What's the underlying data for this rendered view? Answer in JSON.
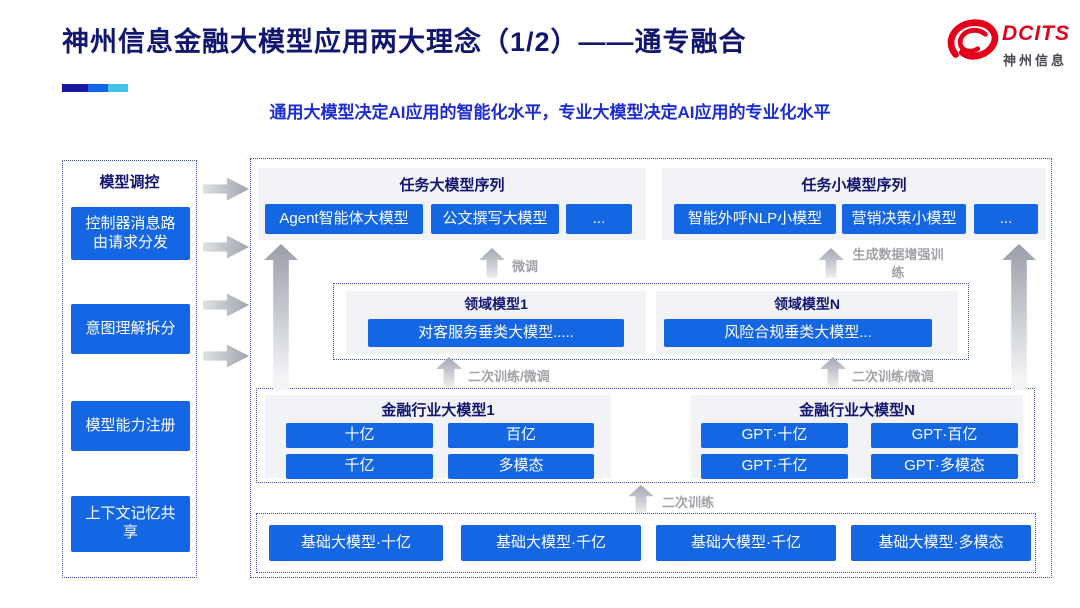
{
  "slide": {
    "title": "神州信息金融大模型应用两大理念（1/2）——通专融合",
    "subtitle": "通用大模型决定AI应用的智能化水平，专业大模型决定AI应用的专业化水平"
  },
  "logo": {
    "brand": "DCITS",
    "brand_cn": "神州信息"
  },
  "sidebar": {
    "title": "模型调控",
    "items": [
      "控制器消息路由请求分发",
      "意图理解拆分",
      "模型能力注册",
      "上下文记忆共享"
    ]
  },
  "task_large": {
    "title": "任务大模型序列",
    "boxes": [
      "Agent智能体大模型",
      "公文撰写大模型",
      "..."
    ]
  },
  "task_small": {
    "title": "任务小模型序列",
    "boxes": [
      "智能外呼NLP小模型",
      "营销决策小模型",
      "..."
    ]
  },
  "domain": {
    "left": {
      "title": "领域模型1",
      "box": "对客服务垂类大模型....."
    },
    "right": {
      "title": "领域模型N",
      "box": "风险合规垂类大模型..."
    }
  },
  "industry": {
    "left": {
      "title": "金融行业大模型1",
      "boxes": [
        "十亿",
        "百亿",
        "千亿",
        "多模态"
      ]
    },
    "right": {
      "title": "金融行业大模型N",
      "boxes": [
        "GPT·十亿",
        "GPT·百亿",
        "GPT·千亿",
        "GPT·多模态"
      ]
    }
  },
  "base": {
    "boxes": [
      "基础大模型·十亿",
      "基础大模型·千亿",
      "基础大模型·千亿",
      "基础大模型·多模态"
    ]
  },
  "flow_labels": {
    "fine_tune": "微调",
    "gen_data_training": "生成数据增强训练",
    "secondary_left": "二次训练/微调",
    "secondary_right": "二次训练/微调",
    "secondary_bottom": "二次训练"
  },
  "colors": {
    "accent_blue": "#1466e3",
    "navy_title": "#13166f",
    "subtitle_blue": "#1e2dd2",
    "logo_red": "#e2001a",
    "panel_gray": "#f2f3f6"
  }
}
